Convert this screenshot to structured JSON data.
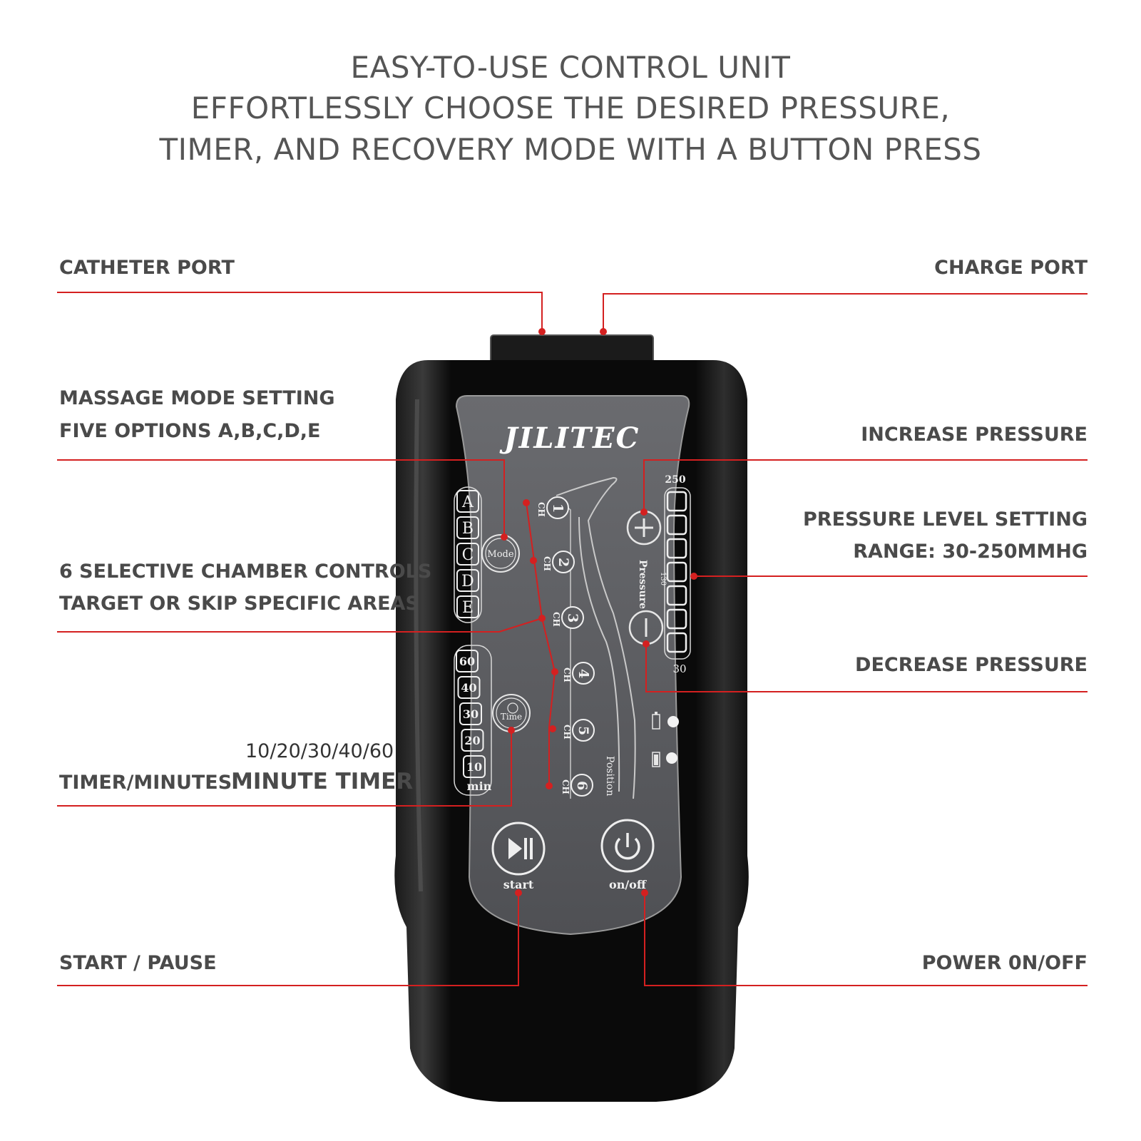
{
  "headline": {
    "line1": "EASY-TO-USE CONTROL UNIT",
    "line2": "EFFORTLESSLY CHOOSE THE DESIRED PRESSURE,",
    "line3": "TIMER, AND RECOVERY MODE WITH A BUTTON PRESS"
  },
  "callouts": {
    "catheter_port": "CATHETER PORT",
    "charge_port": "CHARGE PORT",
    "massage_mode_line1": "MASSAGE MODE SETTING",
    "massage_mode_line2": "FIVE OPTIONS A,B,C,D,E",
    "increase_pressure": "INCREASE PRESSURE",
    "pressure_level_line1": "PRESSURE LEVEL SETTING",
    "pressure_level_line2": "RANGE: 30-250MMHG",
    "chambers_line1": "6 SELECTIVE CHAMBER CONTROLS",
    "chambers_line2": "TARGET OR SKIP SPECIFIC AREAS",
    "decrease_pressure": "DECREASE PRESSURE",
    "timer_values": "10/20/30/40/60",
    "timer_minutes": "TIMER/MINUTES",
    "minute_timer": "MINUTE TIMER",
    "start_pause": "START / PAUSE",
    "power": "POWER 0N/OFF"
  },
  "device": {
    "brand": "JILITEC",
    "mode_buttons": [
      "A",
      "B",
      "C",
      "D",
      "E"
    ],
    "mode_button_label": "Mode",
    "timer_options": [
      "60",
      "40",
      "30",
      "20",
      "10"
    ],
    "timer_unit": "min",
    "timer_button_label": "Time",
    "channels": [
      "1",
      "2",
      "3",
      "4",
      "5",
      "6"
    ],
    "channel_label": "CH",
    "pressure_label": "Pressure",
    "pressure_max": "250",
    "pressure_mid": "130",
    "pressure_min": "30",
    "position_label": "Position",
    "start_label": "start",
    "power_label": "on/off"
  },
  "colors": {
    "accent_red": "#d42020",
    "body_black": "#0c0c0c",
    "panel_gray": "#5b5c60",
    "text_gray": "#4a4a4a"
  }
}
